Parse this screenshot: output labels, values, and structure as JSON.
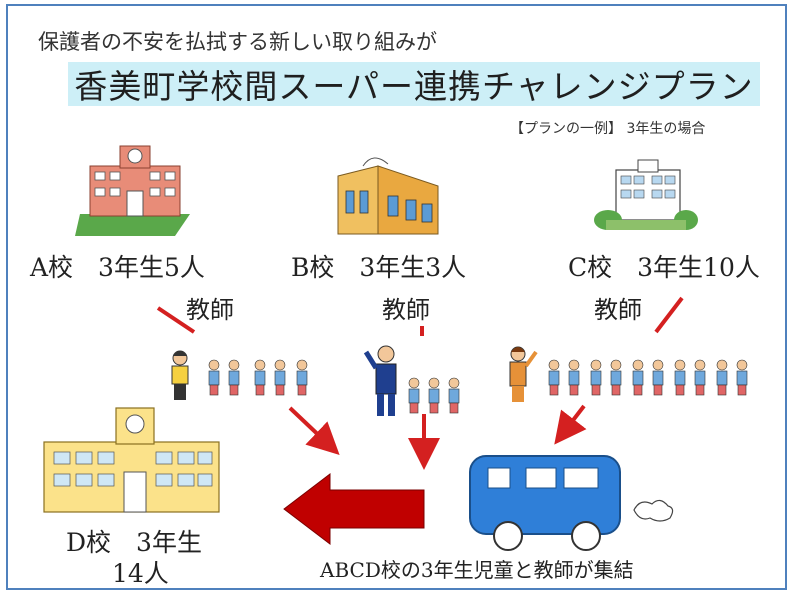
{
  "header": {
    "subtitle": "保護者の不安を払拭する新しい取り組みが",
    "title": "香美町学校間スーパー連携チャレンジプラン",
    "plan_note": "【プランの一例】 3年生の場合"
  },
  "schools": {
    "a": {
      "label": "A校　3年生5人",
      "teacher": "教師"
    },
    "b": {
      "label": "B校　3年生3人",
      "teacher": "教師"
    },
    "c": {
      "label": "C校　3年生10人",
      "teacher": "教師"
    },
    "d": {
      "label_line1": "D校　3年生",
      "label_line2": "14人"
    }
  },
  "caption": "ABCD校の3年生児童と教師が集結",
  "colors": {
    "frame": "#4f81bd",
    "title_bg": "#cdeff7",
    "arrow_red": "#d42020",
    "big_arrow": "#c00000",
    "bus_blue": "#2f7fd8"
  }
}
